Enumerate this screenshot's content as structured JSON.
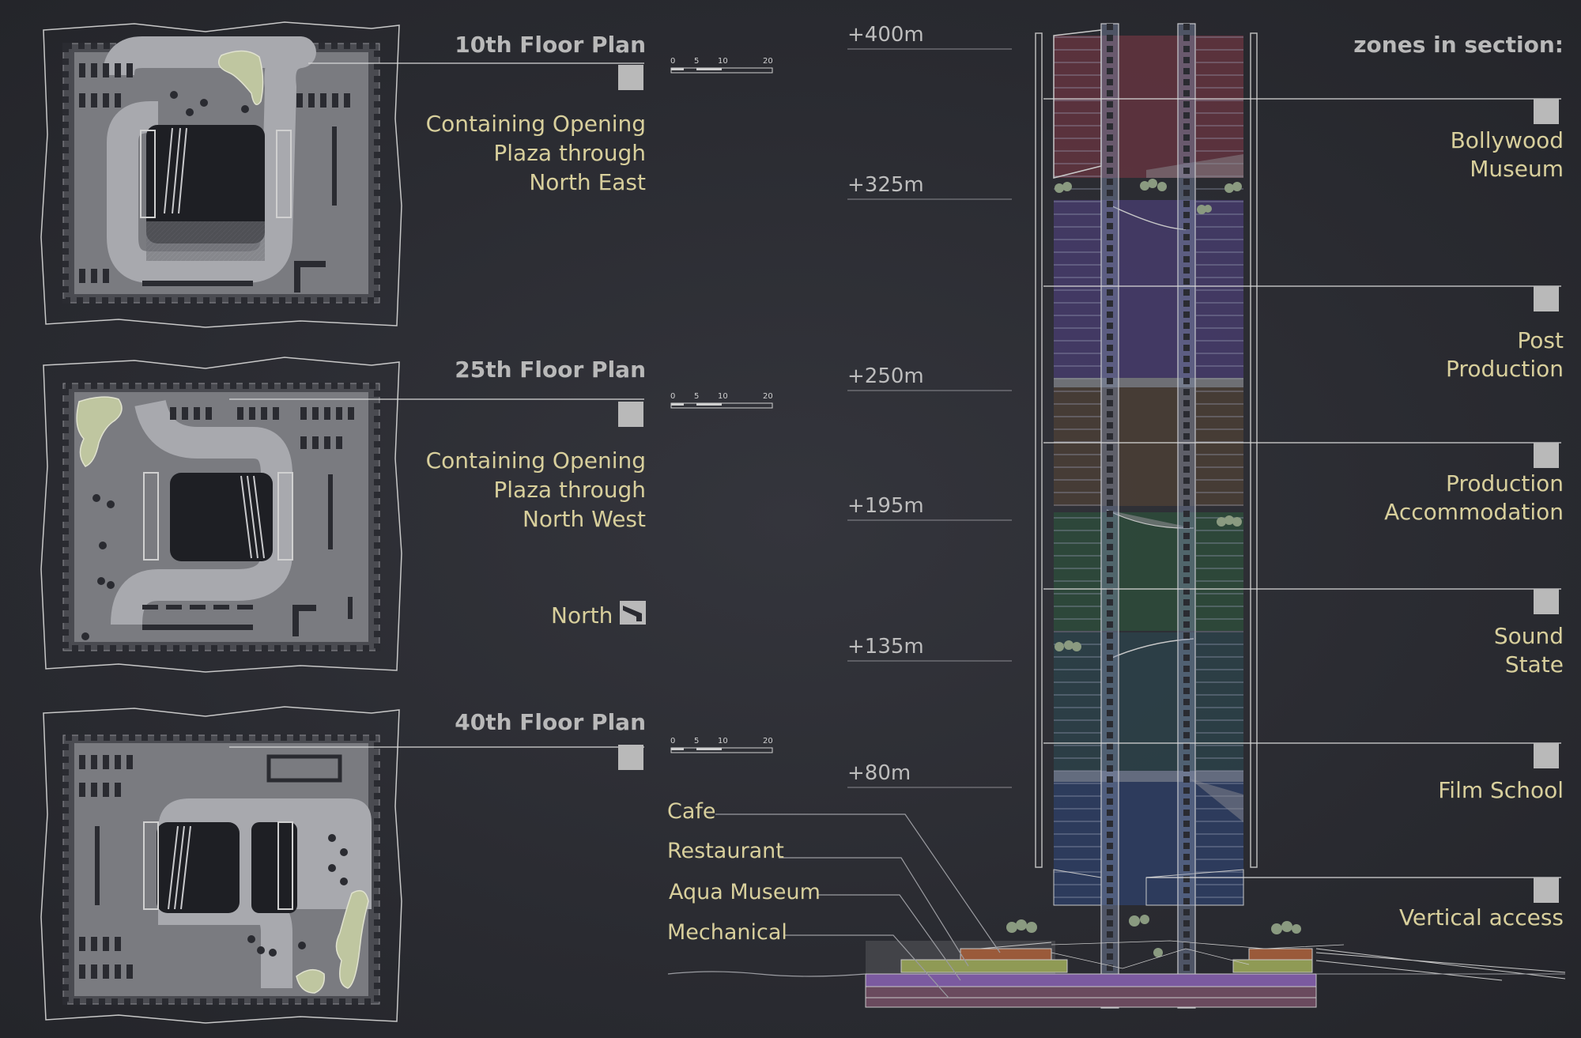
{
  "floor_plans": [
    {
      "title": "10th Floor Plan",
      "description": "Containing Opening\nPlaza through\nNorth East"
    },
    {
      "title": "25th Floor Plan",
      "description": "Containing Opening\nPlaza through\nNorth West"
    },
    {
      "title": "40th Floor Plan",
      "description": ""
    }
  ],
  "scale_bar": {
    "ticks": [
      "0",
      "5",
      "10",
      "20"
    ]
  },
  "north_label": "North",
  "section": {
    "heading": "zones in section:",
    "levels": [
      "+400m",
      "+325m",
      "+250m",
      "+195m",
      "+135m",
      "+80m"
    ],
    "zones": [
      {
        "label": "Bollywood\nMuseum",
        "color": "#6b3542"
      },
      {
        "label": "Post\nProduction",
        "color": "#4a3e73"
      },
      {
        "label": "Production\nAccommodation",
        "color": "#4c4036"
      },
      {
        "label": "Sound\nState",
        "color": "#2d4e3b"
      },
      {
        "label": "Film School",
        "color": "#2e3e64"
      },
      {
        "label": "Vertical access",
        "color": "#7c8aa8"
      }
    ],
    "podium_programs": [
      "Cafe",
      "Restaurant",
      "Aqua Museum",
      "Mechanical"
    ],
    "podium_colors": {
      "cafe": "#9a5a3a",
      "restaurant": "#8f9a55",
      "aqua": "#7b5aa0",
      "mechanical": "#6a4a5e"
    }
  }
}
